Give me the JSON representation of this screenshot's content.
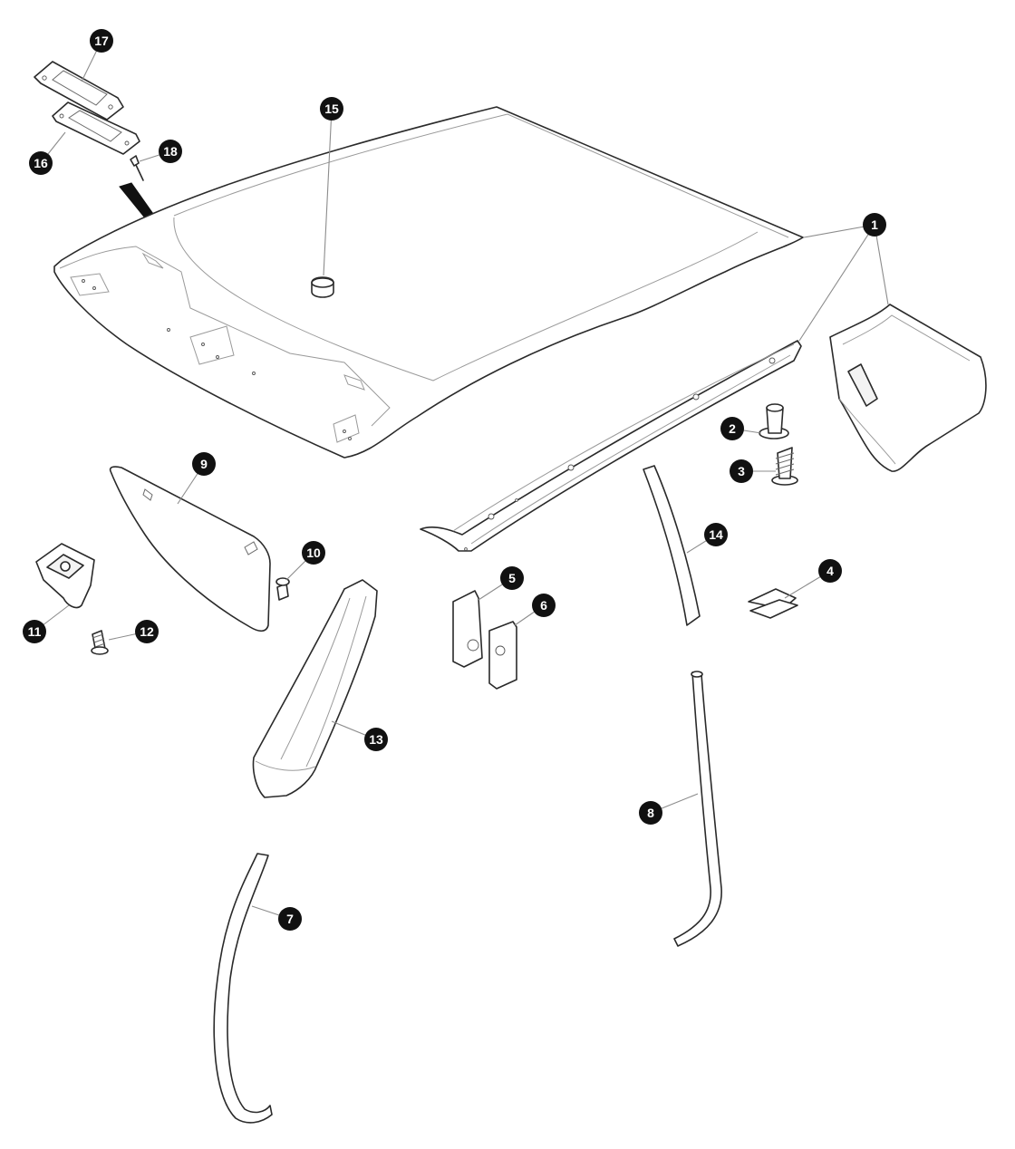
{
  "callouts": {
    "c1": "1",
    "c2": "2",
    "c3": "3",
    "c4": "4",
    "c5": "5",
    "c6": "6",
    "c7": "7",
    "c8": "8",
    "c9": "9",
    "c10": "10",
    "c11": "11",
    "c12": "12",
    "c13": "13",
    "c14": "14",
    "c15": "15",
    "c16": "16",
    "c17": "17",
    "c18": "18"
  },
  "colors": {
    "callout_fill": "#111111",
    "callout_text": "#ffffff",
    "line": "#2a2a2a",
    "leader": "#8c8c8c"
  }
}
